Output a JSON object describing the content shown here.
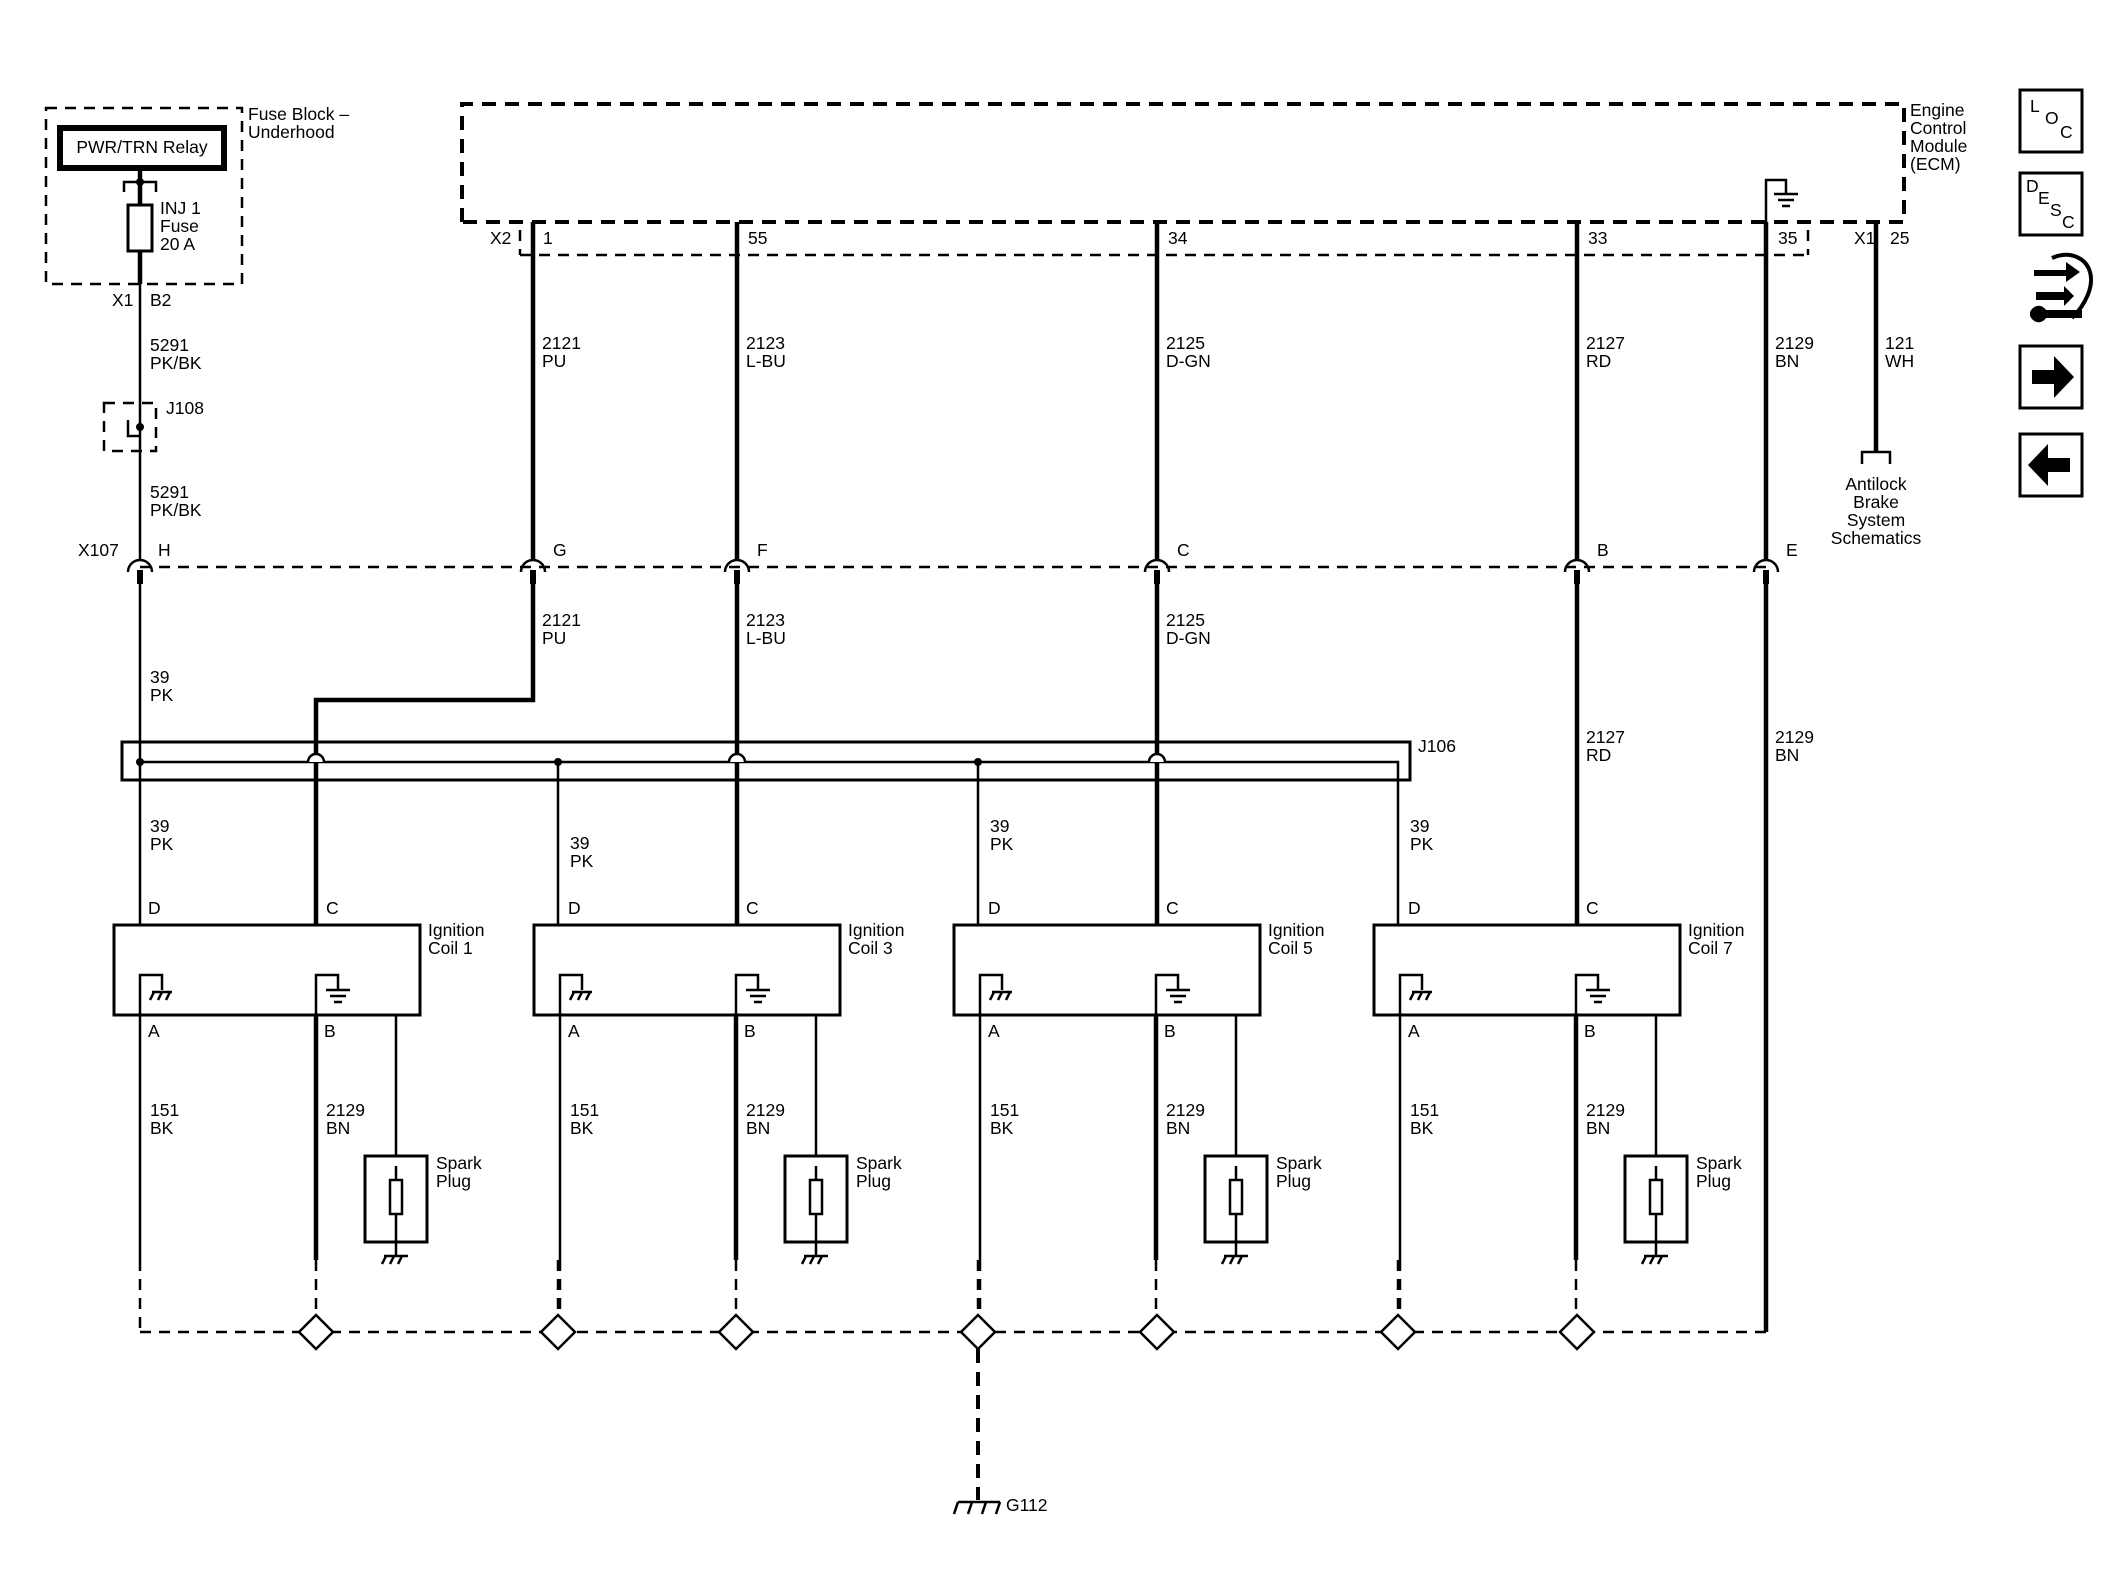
{
  "fuse_block": {
    "label_line1": "Fuse Block –",
    "label_line2": "Underhood",
    "relay_label": "PWR/TRN Relay",
    "fuse_line1": "INJ 1",
    "fuse_line2": "Fuse",
    "fuse_line3": "20 A",
    "connector": "X1",
    "pin": "B2"
  },
  "ecm": {
    "line1": "Engine",
    "line2": "Control",
    "line3": "Module",
    "line4": "(ECM)",
    "connector_x2": "X2",
    "connector_x1": "X1",
    "pins": [
      "1",
      "55",
      "34",
      "33",
      "35",
      "25"
    ]
  },
  "feed_wire": {
    "upper_circuit": "5291",
    "upper_color": "PK/BK",
    "splice": "J108",
    "lower_circuit": "5291",
    "lower_color": "PK/BK"
  },
  "upper_wires": [
    {
      "circuit": "2121",
      "color": "PU"
    },
    {
      "circuit": "2123",
      "color": "L-BU"
    },
    {
      "circuit": "2125",
      "color": "D-GN"
    },
    {
      "circuit": "2127",
      "color": "RD"
    },
    {
      "circuit": "2129",
      "color": "BN"
    },
    {
      "circuit": "121",
      "color": "WH"
    }
  ],
  "abs_ref": {
    "line1": "Antilock",
    "line2": "Brake",
    "line3": "System",
    "line4": "Schematics"
  },
  "inline_connector": {
    "name": "X107",
    "pins": [
      "H",
      "G",
      "F",
      "C",
      "B",
      "E"
    ]
  },
  "mid_wires": [
    {
      "circuit": "39",
      "color": "PK"
    },
    {
      "circuit": "2121",
      "color": "PU"
    },
    {
      "circuit": "2123",
      "color": "L-BU"
    },
    {
      "circuit": "2125",
      "color": "D-GN"
    },
    {
      "circuit": "2127",
      "color": "RD"
    },
    {
      "circuit": "2129",
      "color": "BN"
    }
  ],
  "splice_pack": "J106",
  "coils": [
    {
      "name_line1": "Ignition",
      "name_line2": "Coil 1",
      "feed_circuit": "39",
      "feed_color": "PK",
      "pin_d": "D",
      "pin_c": "C",
      "pin_a": "A",
      "pin_b": "B",
      "a_circuit": "151",
      "a_color": "BK",
      "b_circuit": "2129",
      "b_color": "BN",
      "plug_line1": "Spark",
      "plug_line2": "Plug"
    },
    {
      "name_line1": "Ignition",
      "name_line2": "Coil 3",
      "feed_circuit": "39",
      "feed_color": "PK",
      "pin_d": "D",
      "pin_c": "C",
      "pin_a": "A",
      "pin_b": "B",
      "a_circuit": "151",
      "a_color": "BK",
      "b_circuit": "2129",
      "b_color": "BN",
      "plug_line1": "Spark",
      "plug_line2": "Plug"
    },
    {
      "name_line1": "Ignition",
      "name_line2": "Coil 5",
      "feed_circuit": "39",
      "feed_color": "PK",
      "pin_d": "D",
      "pin_c": "C",
      "pin_a": "A",
      "pin_b": "B",
      "a_circuit": "151",
      "a_color": "BK",
      "b_circuit": "2129",
      "b_color": "BN",
      "plug_line1": "Spark",
      "plug_line2": "Plug"
    },
    {
      "name_line1": "Ignition",
      "name_line2": "Coil 7",
      "feed_circuit": "39",
      "feed_color": "PK",
      "pin_d": "D",
      "pin_c": "C",
      "pin_a": "A",
      "pin_b": "B",
      "a_circuit": "151",
      "a_color": "BK",
      "b_circuit": "2129",
      "b_color": "BN",
      "plug_line1": "Spark",
      "plug_line2": "Plug"
    }
  ],
  "ground": "G112",
  "nav": {
    "loc": [
      "L",
      "O",
      "C"
    ],
    "desc": [
      "D",
      "E",
      "S",
      "C"
    ]
  }
}
